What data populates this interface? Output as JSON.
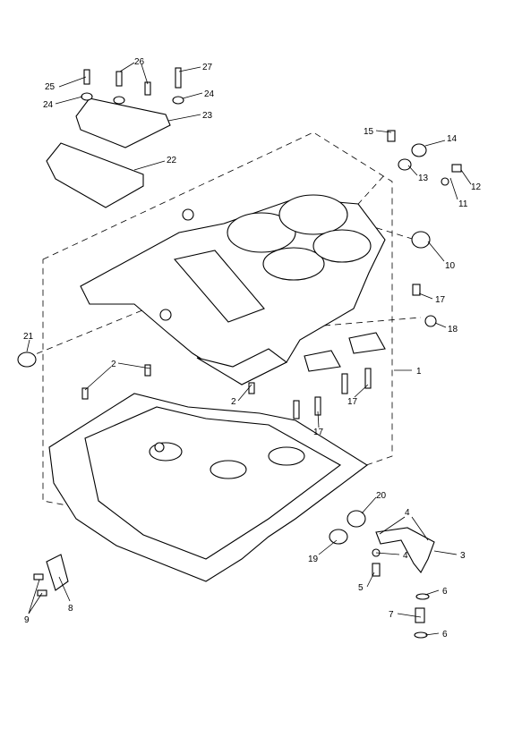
{
  "diagram": {
    "callouts": [
      {
        "id": "c1",
        "text": "1"
      },
      {
        "id": "c2a",
        "text": "2"
      },
      {
        "id": "c2b",
        "text": "2"
      },
      {
        "id": "c3",
        "text": "3"
      },
      {
        "id": "c4a",
        "text": "4"
      },
      {
        "id": "c4b",
        "text": "4"
      },
      {
        "id": "c5",
        "text": "5"
      },
      {
        "id": "c6a",
        "text": "6"
      },
      {
        "id": "c6b",
        "text": "6"
      },
      {
        "id": "c7",
        "text": "7"
      },
      {
        "id": "c8",
        "text": "8"
      },
      {
        "id": "c9",
        "text": "9"
      },
      {
        "id": "c10",
        "text": "10"
      },
      {
        "id": "c11",
        "text": "11"
      },
      {
        "id": "c12",
        "text": "12"
      },
      {
        "id": "c13",
        "text": "13"
      },
      {
        "id": "c14",
        "text": "14"
      },
      {
        "id": "c15",
        "text": "15"
      },
      {
        "id": "c17a",
        "text": "17"
      },
      {
        "id": "c17b",
        "text": "17"
      },
      {
        "id": "c17c",
        "text": "17"
      },
      {
        "id": "c18",
        "text": "18"
      },
      {
        "id": "c19",
        "text": "19"
      },
      {
        "id": "c20",
        "text": "20"
      },
      {
        "id": "c21",
        "text": "21"
      },
      {
        "id": "c22",
        "text": "22"
      },
      {
        "id": "c23",
        "text": "23"
      },
      {
        "id": "c24a",
        "text": "24"
      },
      {
        "id": "c24b",
        "text": "24"
      },
      {
        "id": "c25",
        "text": "25"
      },
      {
        "id": "c26",
        "text": "26"
      },
      {
        "id": "c27",
        "text": "27"
      }
    ]
  }
}
